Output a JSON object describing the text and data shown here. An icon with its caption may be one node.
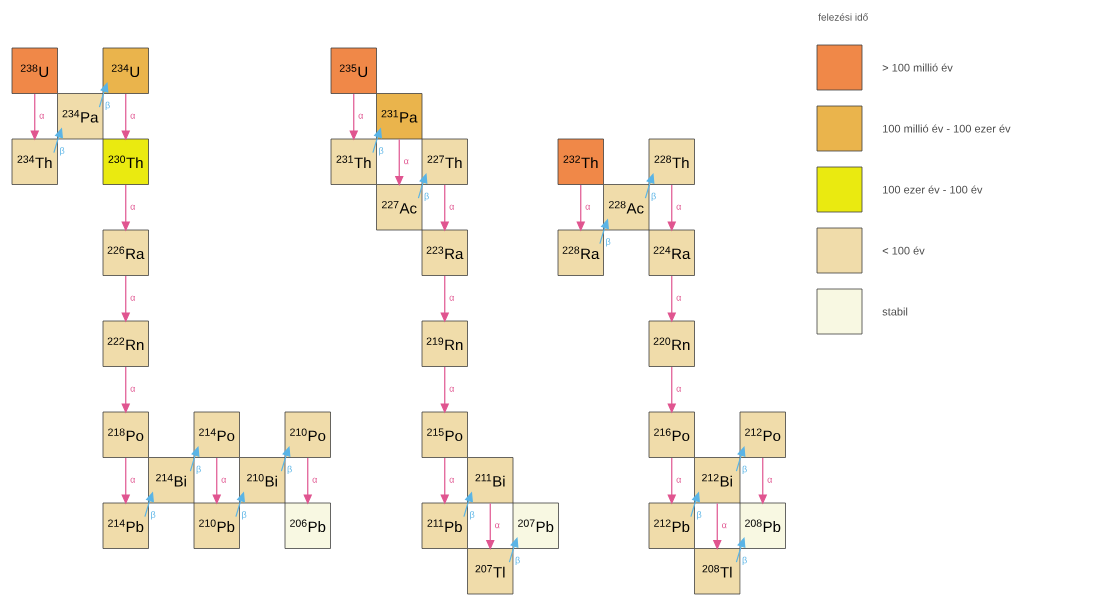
{
  "diagram": {
    "nodes": [
      {
        "text": [
          "$^{238}$U"
        ]
      },
      {
        "text": [
          "$^{234}$Pa"
        ]
      },
      {
        "text": [
          "$^{234}$U"
        ]
      },
      {
        "text": [
          "$^{234}$Th"
        ]
      },
      {
        "text": [
          "$^{230}$Th"
        ]
      },
      {
        "text": [
          "$^{226}$Ra"
        ]
      },
      {
        "text": [
          "$^{222}$Rn"
        ]
      },
      {
        "text": [
          "$^{218}$Po"
        ]
      },
      {
        "text": [
          "$^{214}$Po"
        ]
      },
      {
        "text": [
          "$^{210}$Po"
        ]
      },
      {
        "text": [
          "$^{214}$Bi"
        ]
      },
      {
        "text": [
          "$^{210}$Bi"
        ]
      },
      {
        "text": [
          "$^{214}$Pb"
        ]
      },
      {
        "text": [
          "$^{210}$Pb"
        ]
      },
      {
        "text": [
          "$^{206}$Pb"
        ]
      },
      {
        "text": [
          "$^{235}$U"
        ]
      },
      {
        "text": [
          "$^{231}$Pa"
        ]
      },
      {
        "text": [
          "$^{231}$Th"
        ]
      },
      {
        "text": [
          "$^{227}$Th"
        ]
      },
      {
        "text": [
          "$^{227}$Ac"
        ]
      },
      {
        "text": [
          "$^{223}$Ra"
        ]
      },
      {
        "text": [
          "$^{219}$Rn"
        ]
      },
      {
        "text": [
          "$^{215}$Po"
        ]
      },
      {
        "text": [
          "$^{211}$Bi"
        ]
      },
      {
        "text": [
          "$^{211}$Pb"
        ]
      },
      {
        "text": [
          "$^{207}$Pb"
        ]
      },
      {
        "text": [
          "$^{207}$Tl"
        ]
      },
      {
        "text": [
          "$^{232}$Th"
        ]
      },
      {
        "text": [
          "$^{228}$Th"
        ]
      },
      {
        "text": [
          "$^{228}$Ac"
        ]
      },
      {
        "text": [
          "$^{228}$Ra"
        ]
      },
      {
        "text": [
          "$^{224}$Ra"
        ]
      },
      {
        "text": [
          "$^{220}$Rn"
        ]
      },
      {
        "text": [
          "$^{216}$Po"
        ]
      },
      {
        "text": [
          "$^{212}$Po"
        ]
      },
      {
        "text": [
          "$^{212}$Bi"
        ]
      },
      {
        "text": [
          "$^{212}$Pb"
        ]
      },
      {
        "text": [
          "$^{208}$Pb"
        ]
      },
      {
        "text": [
          "$^{208}$Tl"
        ]
      }
    ],
    "edges": [
      {
        "from": 0,
        "to": 3,
        "arrow": "to",
        "label": "α"
      },
      {
        "from": 3,
        "to": 1,
        "arrow": "to",
        "label": "β",
        "color": "#5ab4e6"
      },
      {
        "from": 1,
        "to": 2,
        "arrow": "to",
        "label": "β",
        "color": "#5ab4e6"
      },
      {
        "from": 2,
        "to": 4,
        "arrow": "to",
        "label": "α"
      },
      {
        "from": 4,
        "to": 5,
        "arrow": "to",
        "label": "α"
      },
      {
        "from": 5,
        "to": 6,
        "arrow": "to",
        "label": "α"
      },
      {
        "from": 6,
        "to": 7,
        "arrow": "to",
        "label": "α"
      },
      {
        "from": 7,
        "to": 12,
        "arrow": "to",
        "label": "α"
      },
      {
        "from": 12,
        "to": 10,
        "arrow": "to",
        "label": "β",
        "color": "#5ab4e6"
      },
      {
        "from": 10,
        "to": 8,
        "arrow": "to",
        "label": "β",
        "color": "#5ab4e6"
      },
      {
        "from": 8,
        "to": 13,
        "arrow": "to",
        "label": "α"
      },
      {
        "from": 13,
        "to": 11,
        "arrow": "to",
        "label": "β",
        "color": "#5ab4e6"
      },
      {
        "from": 11,
        "to": 9,
        "arrow": "to",
        "label": "β",
        "color": "#5ab4e6"
      },
      {
        "from": 9,
        "to": 14,
        "arrow": "to",
        "label": "α"
      },
      {
        "from": 15,
        "to": 17,
        "arrow": "to",
        "label": "α"
      },
      {
        "from": 17,
        "to": 16,
        "arrow": "to",
        "label": "β",
        "color": "#5ab4e6"
      },
      {
        "from": 16,
        "to": 19,
        "arrow": "to",
        "label": "α"
      },
      {
        "from": 19,
        "to": 18,
        "arrow": "to",
        "label": "β",
        "color": "#5ab4e6"
      },
      {
        "from": 18,
        "to": 20,
        "arrow": "to",
        "label": "α"
      },
      {
        "from": 20,
        "to": 21,
        "arrow": "to",
        "label": "α"
      },
      {
        "from": 21,
        "to": 22,
        "arrow": "to",
        "label": "α"
      },
      {
        "from": 22,
        "to": 24,
        "arrow": "to",
        "label": "α"
      },
      {
        "from": 24,
        "to": 23,
        "arrow": "to",
        "label": "β",
        "color": "#5ab4e6"
      },
      {
        "from": 23,
        "to": 26,
        "arrow": "to",
        "label": "α"
      },
      {
        "from": 26,
        "to": 25,
        "arrow": "to",
        "label": "β",
        "color": "#5ab4e6"
      },
      {
        "from": 27,
        "to": 30,
        "arrow": "to",
        "label": "α"
      },
      {
        "from": 30,
        "to": 29,
        "arrow": "to",
        "label": "β",
        "color": "#5ab4e6"
      },
      {
        "from": 29,
        "to": 28,
        "arrow": "to",
        "label": "β",
        "color": "#5ab4e6"
      },
      {
        "from": 28,
        "to": 31,
        "arrow": "to",
        "label": "α"
      },
      {
        "from": 31,
        "to": 32,
        "arrow": "to",
        "label": "α"
      },
      {
        "from": 32,
        "to": 33,
        "arrow": "to",
        "label": "α"
      },
      {
        "from": 33,
        "to": 36,
        "arrow": "to",
        "label": "α"
      },
      {
        "from": 36,
        "to": 35,
        "arrow": "to",
        "label": "β",
        "color": "#5ab4e6"
      },
      {
        "from": 35,
        "to": 34,
        "arrow": "to",
        "label": "β",
        "color": "#5ab4e6"
      },
      {
        "from": 34,
        "to": 37,
        "arrow": "to",
        "label": "α"
      },
      {
        "from": 35,
        "to": 38,
        "arrow": "to",
        "label": "α"
      },
      {
        "from": 38,
        "to": 37,
        "arrow": "to",
        "label": "β",
        "color": "#5ab4e6"
      }
    ],
    "labels": [
      "felezési idő"
    ],
    "legend": [
      {
        "text": "> 100 millió év",
        "color": "#f08848"
      },
      {
        "text": "100 millió év - 100 ezer év",
        "color": "#eab44c"
      },
      {
        "text": "100 ezer év - 100 év",
        "color": "#eaea10"
      },
      {
        "text": "< 100 év",
        "color": "#f0dcaa"
      },
      {
        "text": "stabil",
        "color": "#f8f8e2"
      }
    ]
  }
}
